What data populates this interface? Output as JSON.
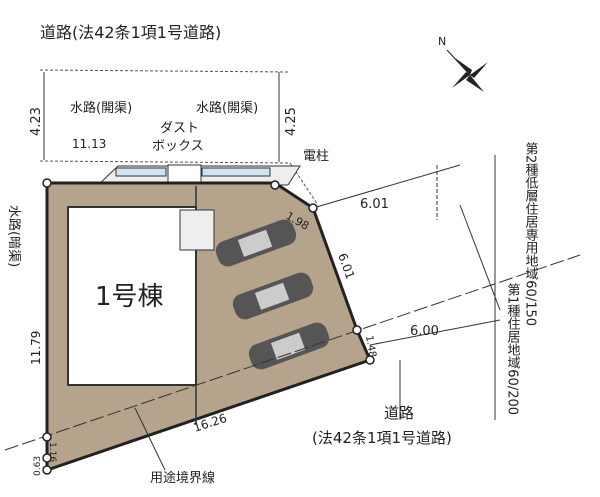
{
  "roads": {
    "top": "道路(法42条1項1号道路)",
    "bottom_1": "道路",
    "bottom_2": "(法42条1項1号道路)"
  },
  "labels": {
    "water_open_left": "水路(開渠)",
    "water_open_right": "水路(開渠)",
    "dust_box_1": "ダスト",
    "dust_box_2": "ボックス",
    "utility_pole": "電柱",
    "water_closed": "水路(暗渠)",
    "building": "1号棟",
    "zoning_boundary": "用途境界線",
    "zone_upper": "第2種低層住居専用地域60/150",
    "zone_lower": "第1種住居地域60/200",
    "north": "N"
  },
  "dimensions": {
    "road_width_left": "4.23",
    "road_width_right": "4.25",
    "top_edge": "11.13",
    "corner_cut": "1.98",
    "right_setback": "6.01",
    "right_edge": "6.01",
    "lower_setback": "6.00",
    "corner_small": "1.48",
    "left_edge": "11.79",
    "bottom_edge": "16.26",
    "left_bottom_1": "1.16",
    "left_bottom_2": "0.63"
  },
  "colors": {
    "lot": "#b5a38c",
    "water": "#cfe3f0",
    "line": "#222222"
  }
}
